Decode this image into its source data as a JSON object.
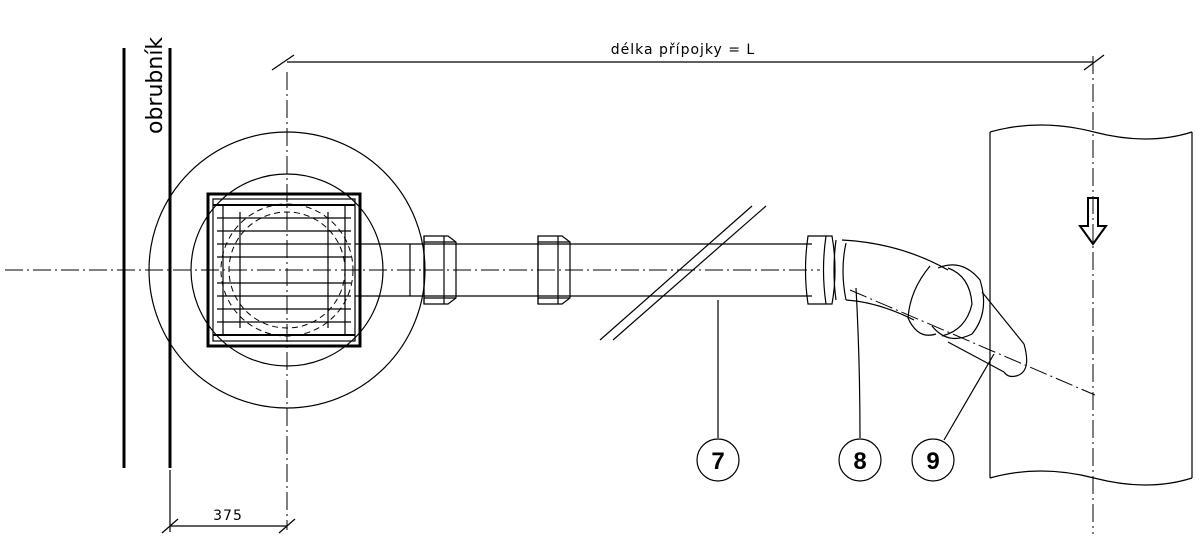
{
  "labels": {
    "curb": "obrubník",
    "length_dimension": "délka přípojky = L",
    "offset_dimension": "375"
  },
  "callouts": {
    "pipe": "7",
    "elbow": "8",
    "saddle": "9"
  }
}
